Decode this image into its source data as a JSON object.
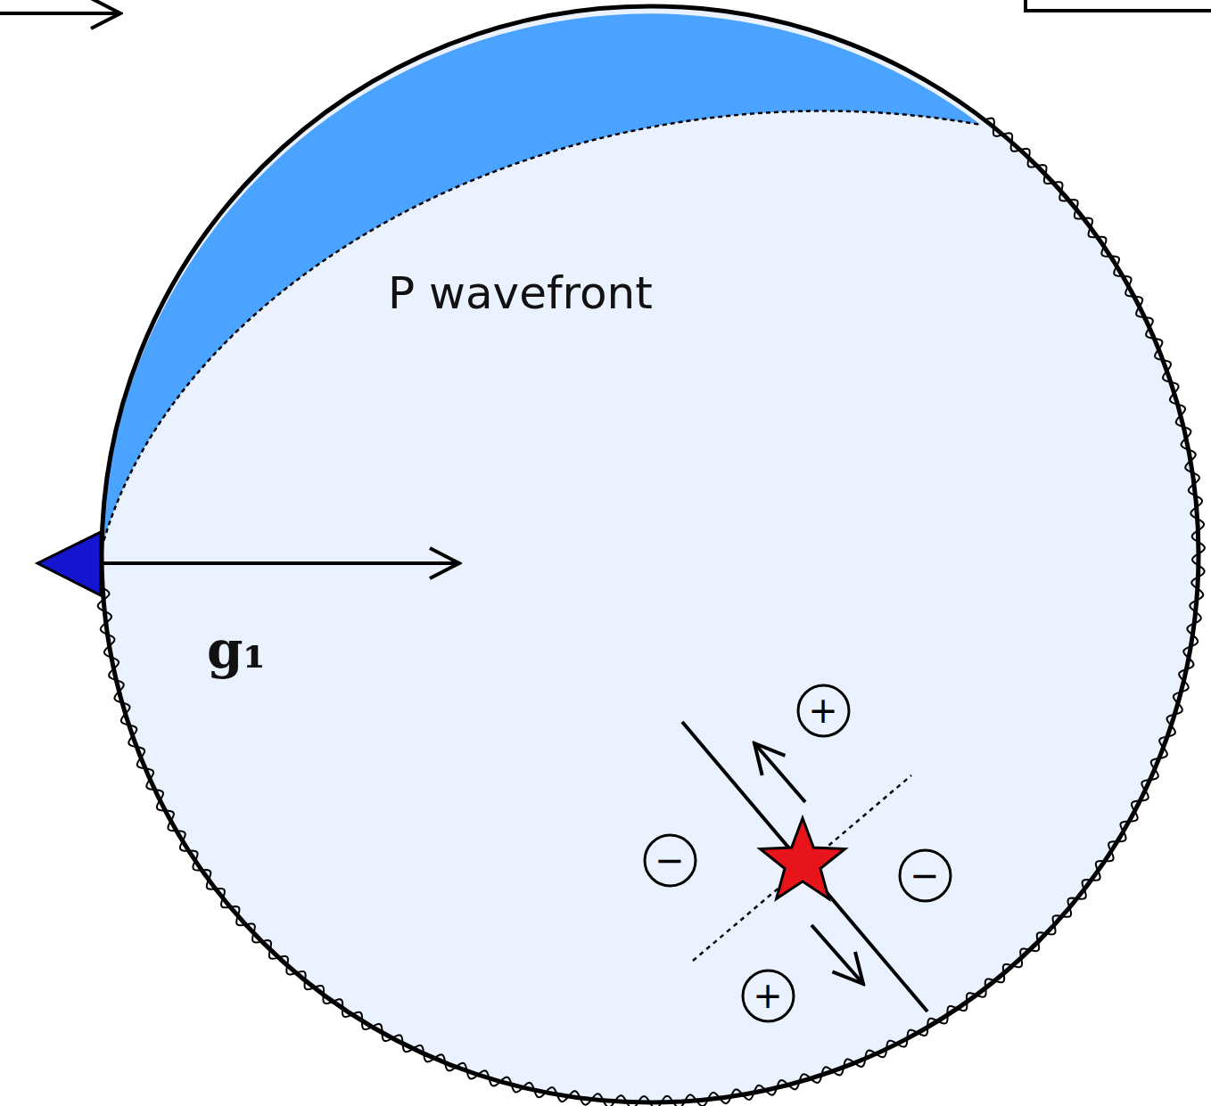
{
  "diagram": {
    "nodes": [
      {
        "text": [
          "+"
        ]
      },
      {
        "text": [
          "−"
        ]
      },
      {
        "text": [
          "−"
        ]
      },
      {
        "text": [
          "+"
        ]
      }
    ],
    "labels": [
      "P wavefront",
      "g₁"
    ]
  }
}
